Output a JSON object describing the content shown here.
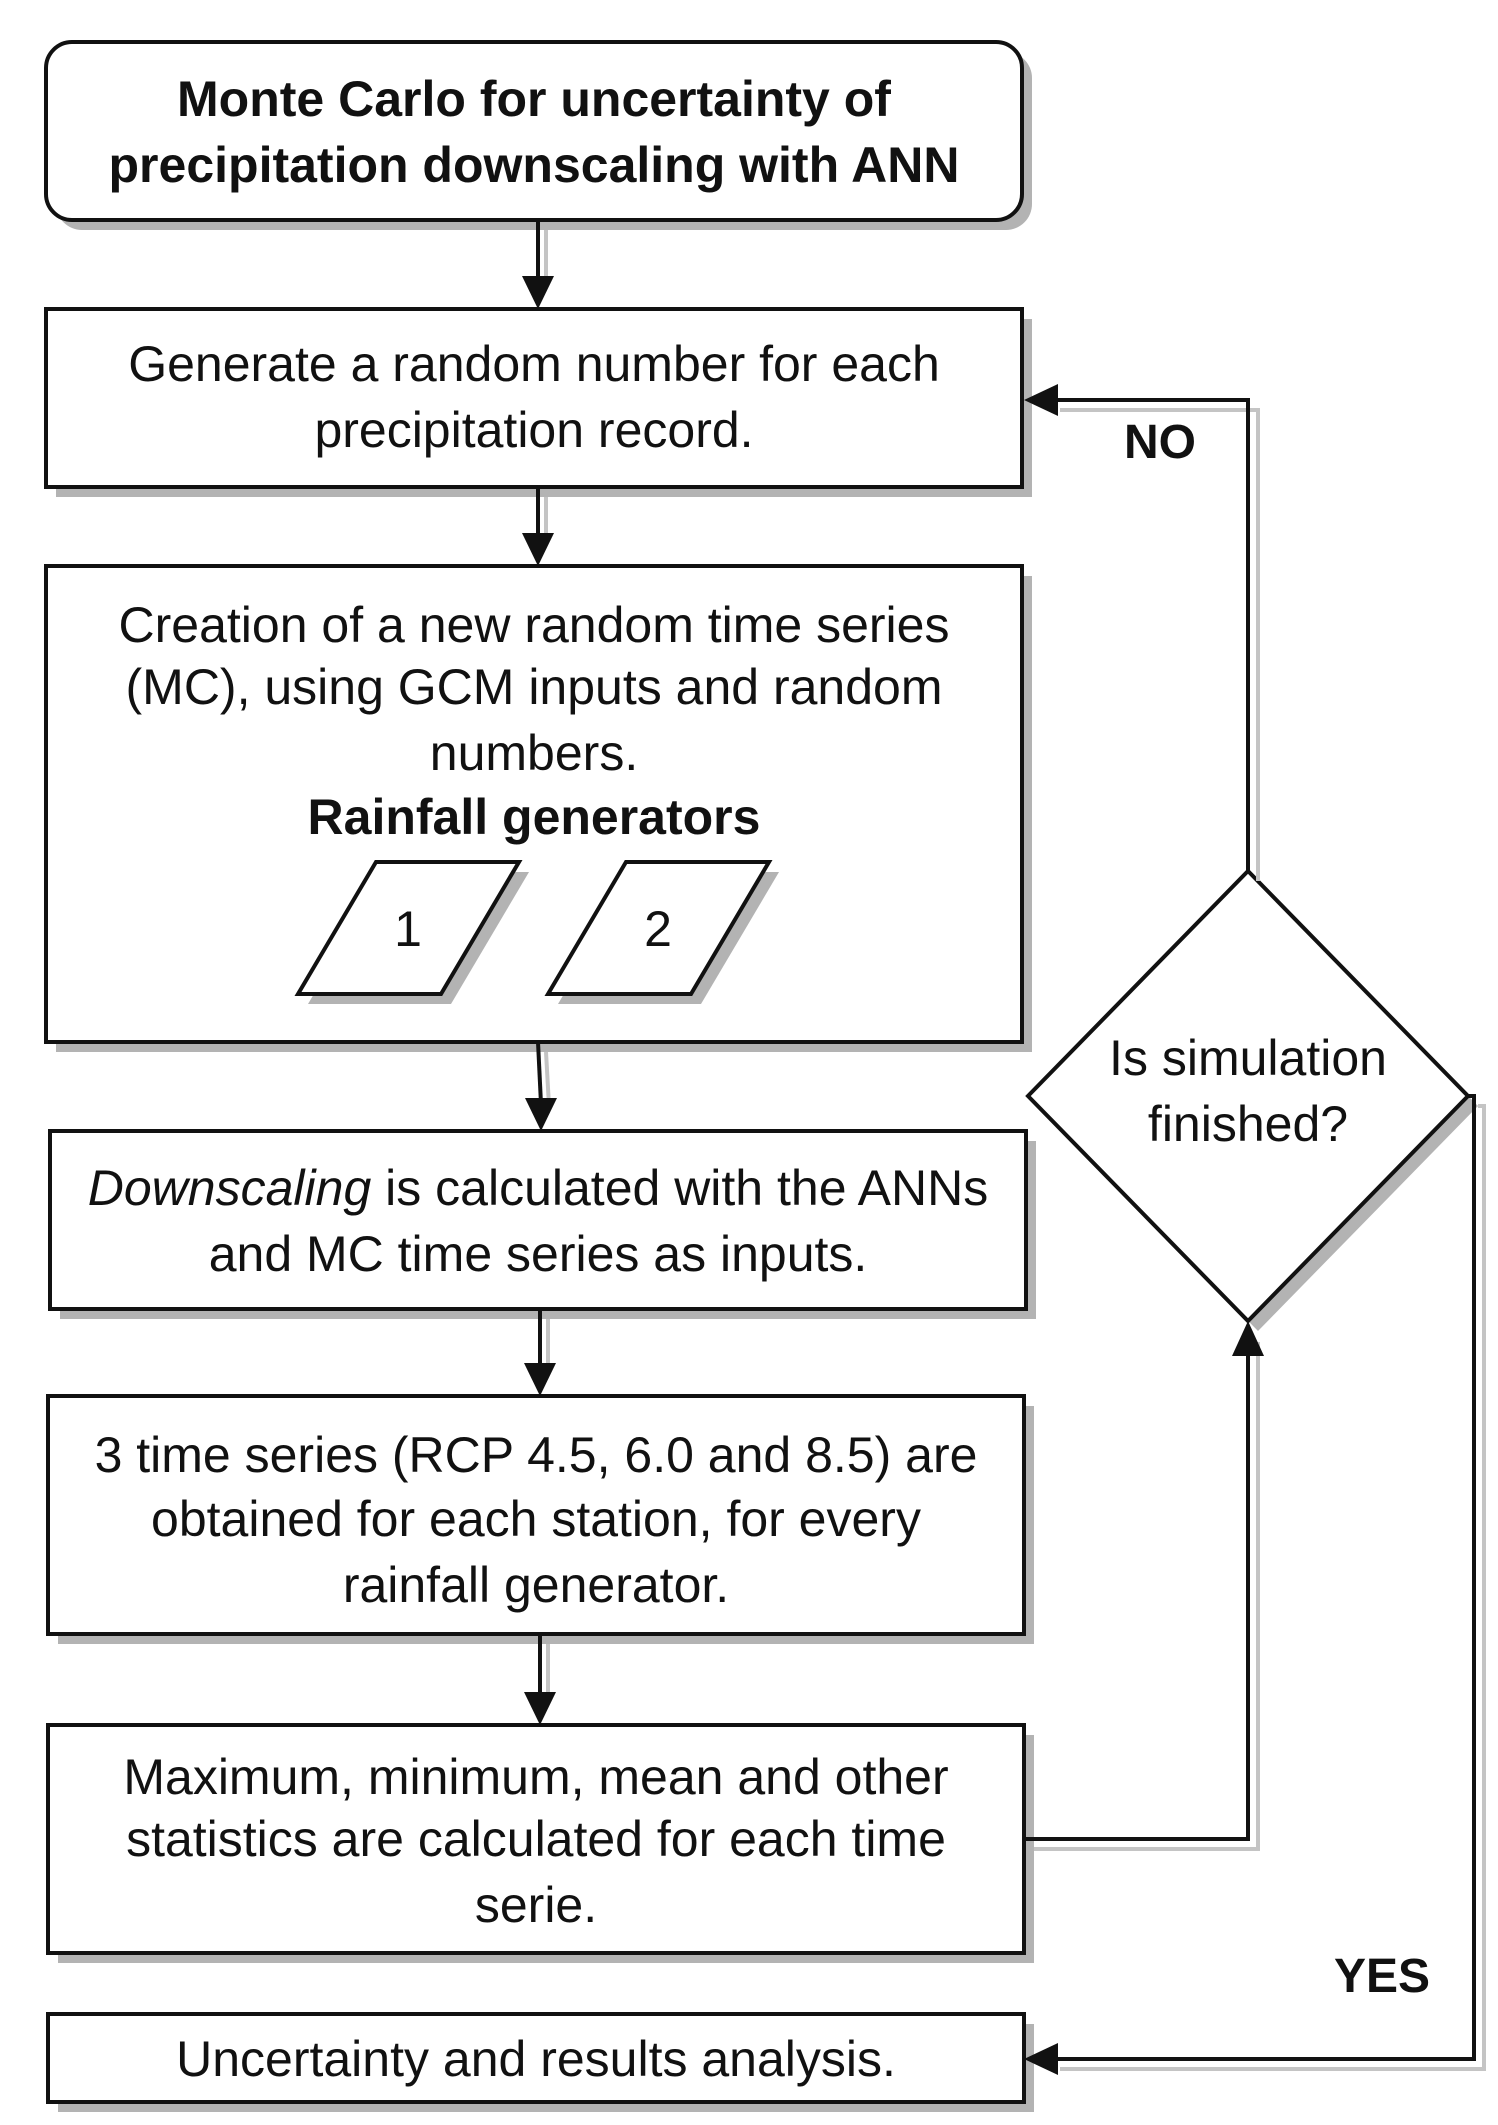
{
  "diagram": {
    "title": {
      "line1": "Monte Carlo for uncertainty of",
      "line2": "precipitation downscaling with ANN"
    },
    "step_generate": {
      "line1": "Generate a random number for  each",
      "line2": "precipitation record."
    },
    "step_creation": {
      "line1": "Creation of a new random time series",
      "line2": "(MC), using GCM inputs and random",
      "line3": "numbers.",
      "subheading": "Rainfall generators",
      "generator_1": "1",
      "generator_2": "2"
    },
    "step_downscaling": {
      "line1_italic": "Downscaling",
      "line1_rest": " is calculated with the ANNs",
      "line2": "and MC time series as inputs."
    },
    "step_series": {
      "line1": "3 time series (RCP 4.5, 6.0 and 8.5) are",
      "line2": "obtained for each station, for every",
      "line3": "rainfall generator."
    },
    "step_statistics": {
      "line1": "Maximum, minimum, mean and other",
      "line2": "statistics are calculated for each time",
      "line3": "serie."
    },
    "step_analysis": {
      "line1": "Uncertainty and results analysis."
    },
    "decision": {
      "line1": "Is simulation",
      "line2": "finished?"
    },
    "labels": {
      "no": "NO",
      "yes": "YES"
    }
  }
}
